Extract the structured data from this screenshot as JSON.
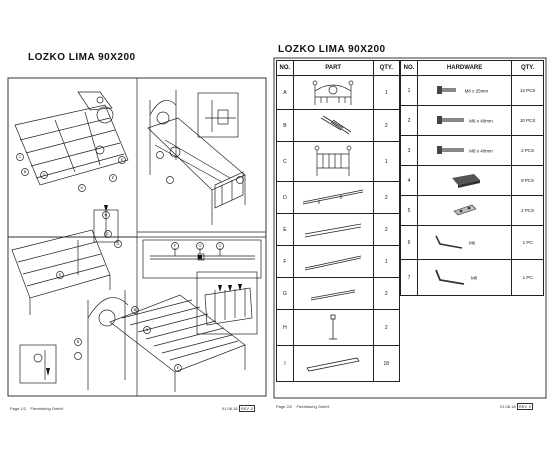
{
  "left_page": {
    "title": "LOZKO LIMA 90X200",
    "callouts": [
      "C",
      "B",
      "D",
      "E",
      "E",
      "D",
      "H",
      "C",
      "D",
      "E",
      "F",
      "G",
      "C",
      "B",
      "B",
      "A",
      "E"
    ],
    "footer": {
      "page": "Page 1/2",
      "company": "Fierabbuhg GmbH",
      "date": "01.08.18",
      "rev": "REV. 0"
    }
  },
  "right_page": {
    "title": "LOZKO LIMA 90X200",
    "headers": {
      "no": "NO.",
      "part": "PART",
      "qty": "QTY.",
      "no2": "NO.",
      "hardware": "HARDWARE",
      "qty2": "QTY."
    },
    "parts": [
      {
        "no": "A",
        "qty": "1"
      },
      {
        "no": "B",
        "qty": "2"
      },
      {
        "no": "C",
        "qty": "1"
      },
      {
        "no": "D",
        "qty": "2"
      },
      {
        "no": "E",
        "qty": "2"
      },
      {
        "no": "F",
        "qty": "1"
      },
      {
        "no": "G",
        "qty": "2"
      },
      {
        "no": "H",
        "qty": "2"
      },
      {
        "no": "I",
        "qty": "18"
      }
    ],
    "hardware": [
      {
        "no": "1",
        "spec": "M8 x 25mm",
        "qty": "12 PCS"
      },
      {
        "no": "2",
        "spec": "M6 x 40mm",
        "qty": "10 PCS"
      },
      {
        "no": "3",
        "spec": "M8 x 40mm",
        "qty": "2 PCS"
      },
      {
        "no": "4",
        "spec": "",
        "qty": "9 PCS"
      },
      {
        "no": "5",
        "spec": "",
        "qty": "2 PCS"
      },
      {
        "no": "6",
        "spec": "M6",
        "qty": "1 PC"
      },
      {
        "no": "7",
        "spec": "M8",
        "qty": "1 PC"
      }
    ],
    "footer": {
      "page": "Page 2/2",
      "company": "Fierabbuhg GmbH",
      "date": "01.08.18",
      "rev": "REV. 0"
    }
  }
}
